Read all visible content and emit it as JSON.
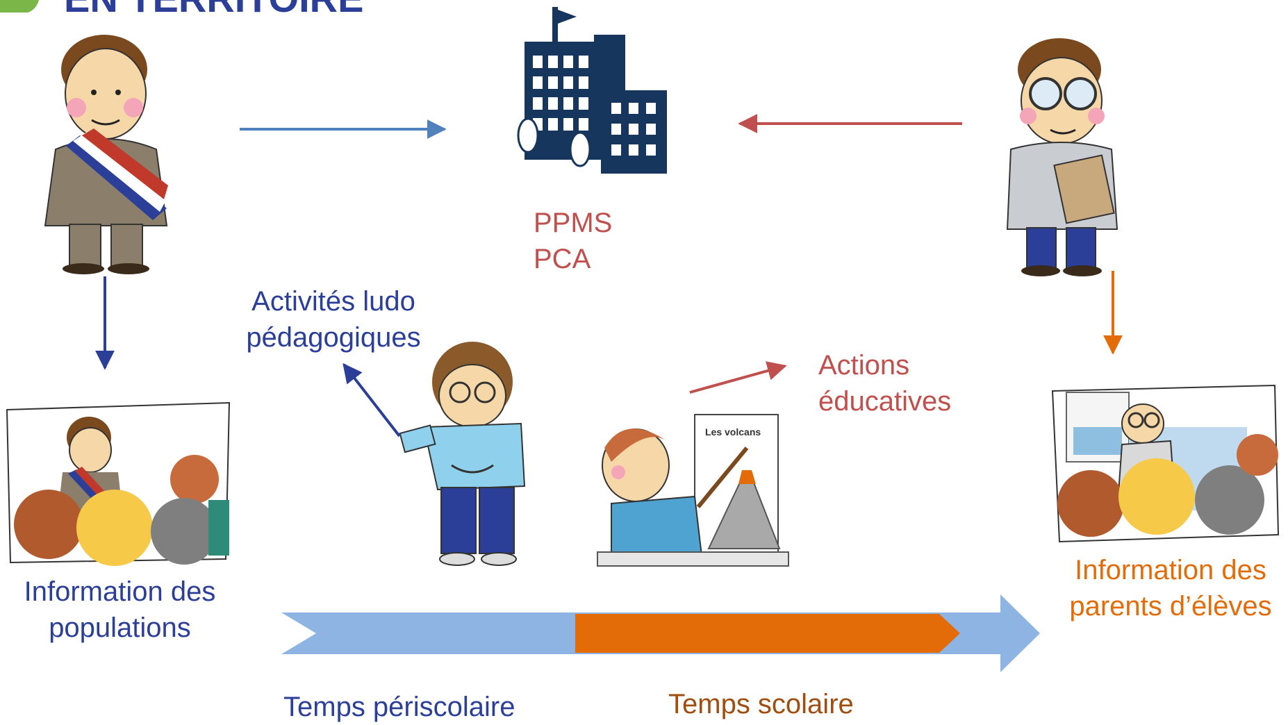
{
  "header": {
    "title": "EN TERRITOIRE"
  },
  "labels": {
    "ppms": "PPMS",
    "pca": "PCA",
    "activites_line1": "Activités ludo",
    "activites_line2": "pédagogiques",
    "actions_line1": "Actions",
    "actions_line2": "éducatives",
    "info_pop_line1": "Information des",
    "info_pop_line2": "populations",
    "info_par_line1": "Information des",
    "info_par_line2": "parents d’élèves",
    "temps_periscolaire": "Temps périscolaire",
    "temps_scolaire": "Temps scolaire"
  },
  "colors": {
    "blue_arrow": "#4F81BD",
    "navy_arrow": "#2B3F99",
    "red_arrow": "#C0504D",
    "orange_arrow": "#E36C09",
    "timeline_light": "#8DB4E2",
    "timeline_orange": "#E36C09",
    "school_building": "#17365D",
    "logo_green": "#7AB648"
  },
  "icons": {
    "mayor": "mayor-icon",
    "school": "school-building-icon",
    "principal": "school-principal-icon",
    "public_meeting": "public-meeting-icon",
    "child": "child-icon",
    "teacher": "teacher-volcano-icon",
    "parent_meeting": "parent-meeting-icon"
  }
}
